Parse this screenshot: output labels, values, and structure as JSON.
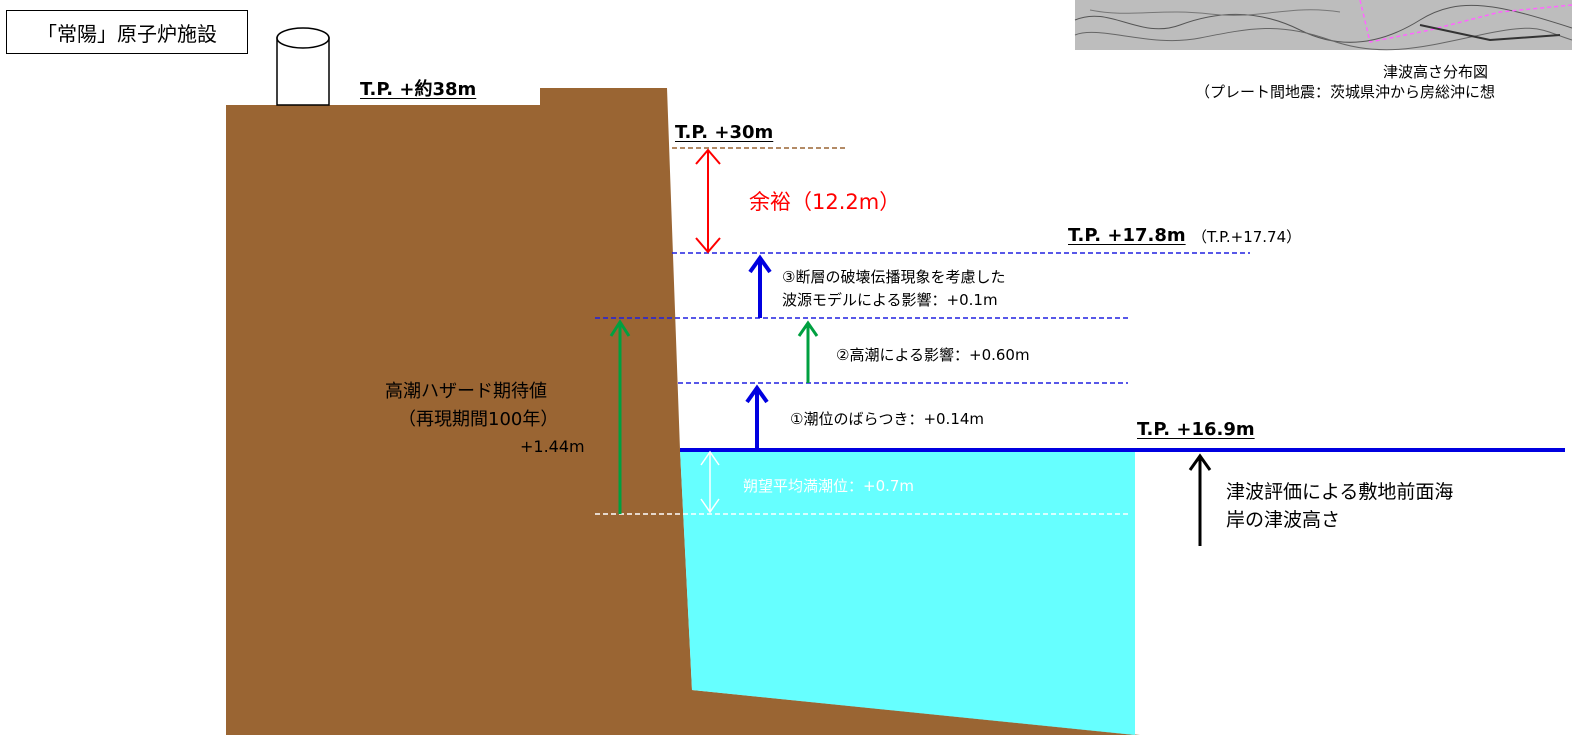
{
  "facility_label": "「常陽」原子炉施設",
  "map_caption": {
    "line1": "津波高さ分布図",
    "line2": "（プレート間地震：茨城県沖から房総沖に想"
  },
  "levels": {
    "reactor_ground": "T.P. +約38m",
    "tp30": "T.P. +30m",
    "tp17_8": "T.P. +17.8m",
    "tp17_8_note": "（T.P.+17.74）",
    "tp16_9": "T.P. +16.9m"
  },
  "margin_label": "余裕（12.2m）",
  "factors": {
    "f3_line1": "③断層の破壊伝播現象を考慮した",
    "f3_line2": "波源モデルによる影響：+0.1m",
    "f2": "②高潮による影響：+0.60m",
    "f1": "①潮位のばらつき：+0.14m",
    "mean_tide": "朔望平均満潮位：+0.7m"
  },
  "storm_surge": {
    "line1": "高潮ハザード期待値",
    "line2": "（再現期間100年）",
    "line3": "+1.44m"
  },
  "tsunami_eval": {
    "line1": "津波評価による敷地前面海",
    "line2": "岸の津波高さ"
  },
  "colors": {
    "ground": "#9A6533",
    "water": "#66FFFF",
    "blue_arrow": "#0000E0",
    "green_arrow": "#00A040",
    "red_arrow": "#FF0000",
    "dash_blue": "#2020E0",
    "dash_brown": "#9A6533"
  }
}
